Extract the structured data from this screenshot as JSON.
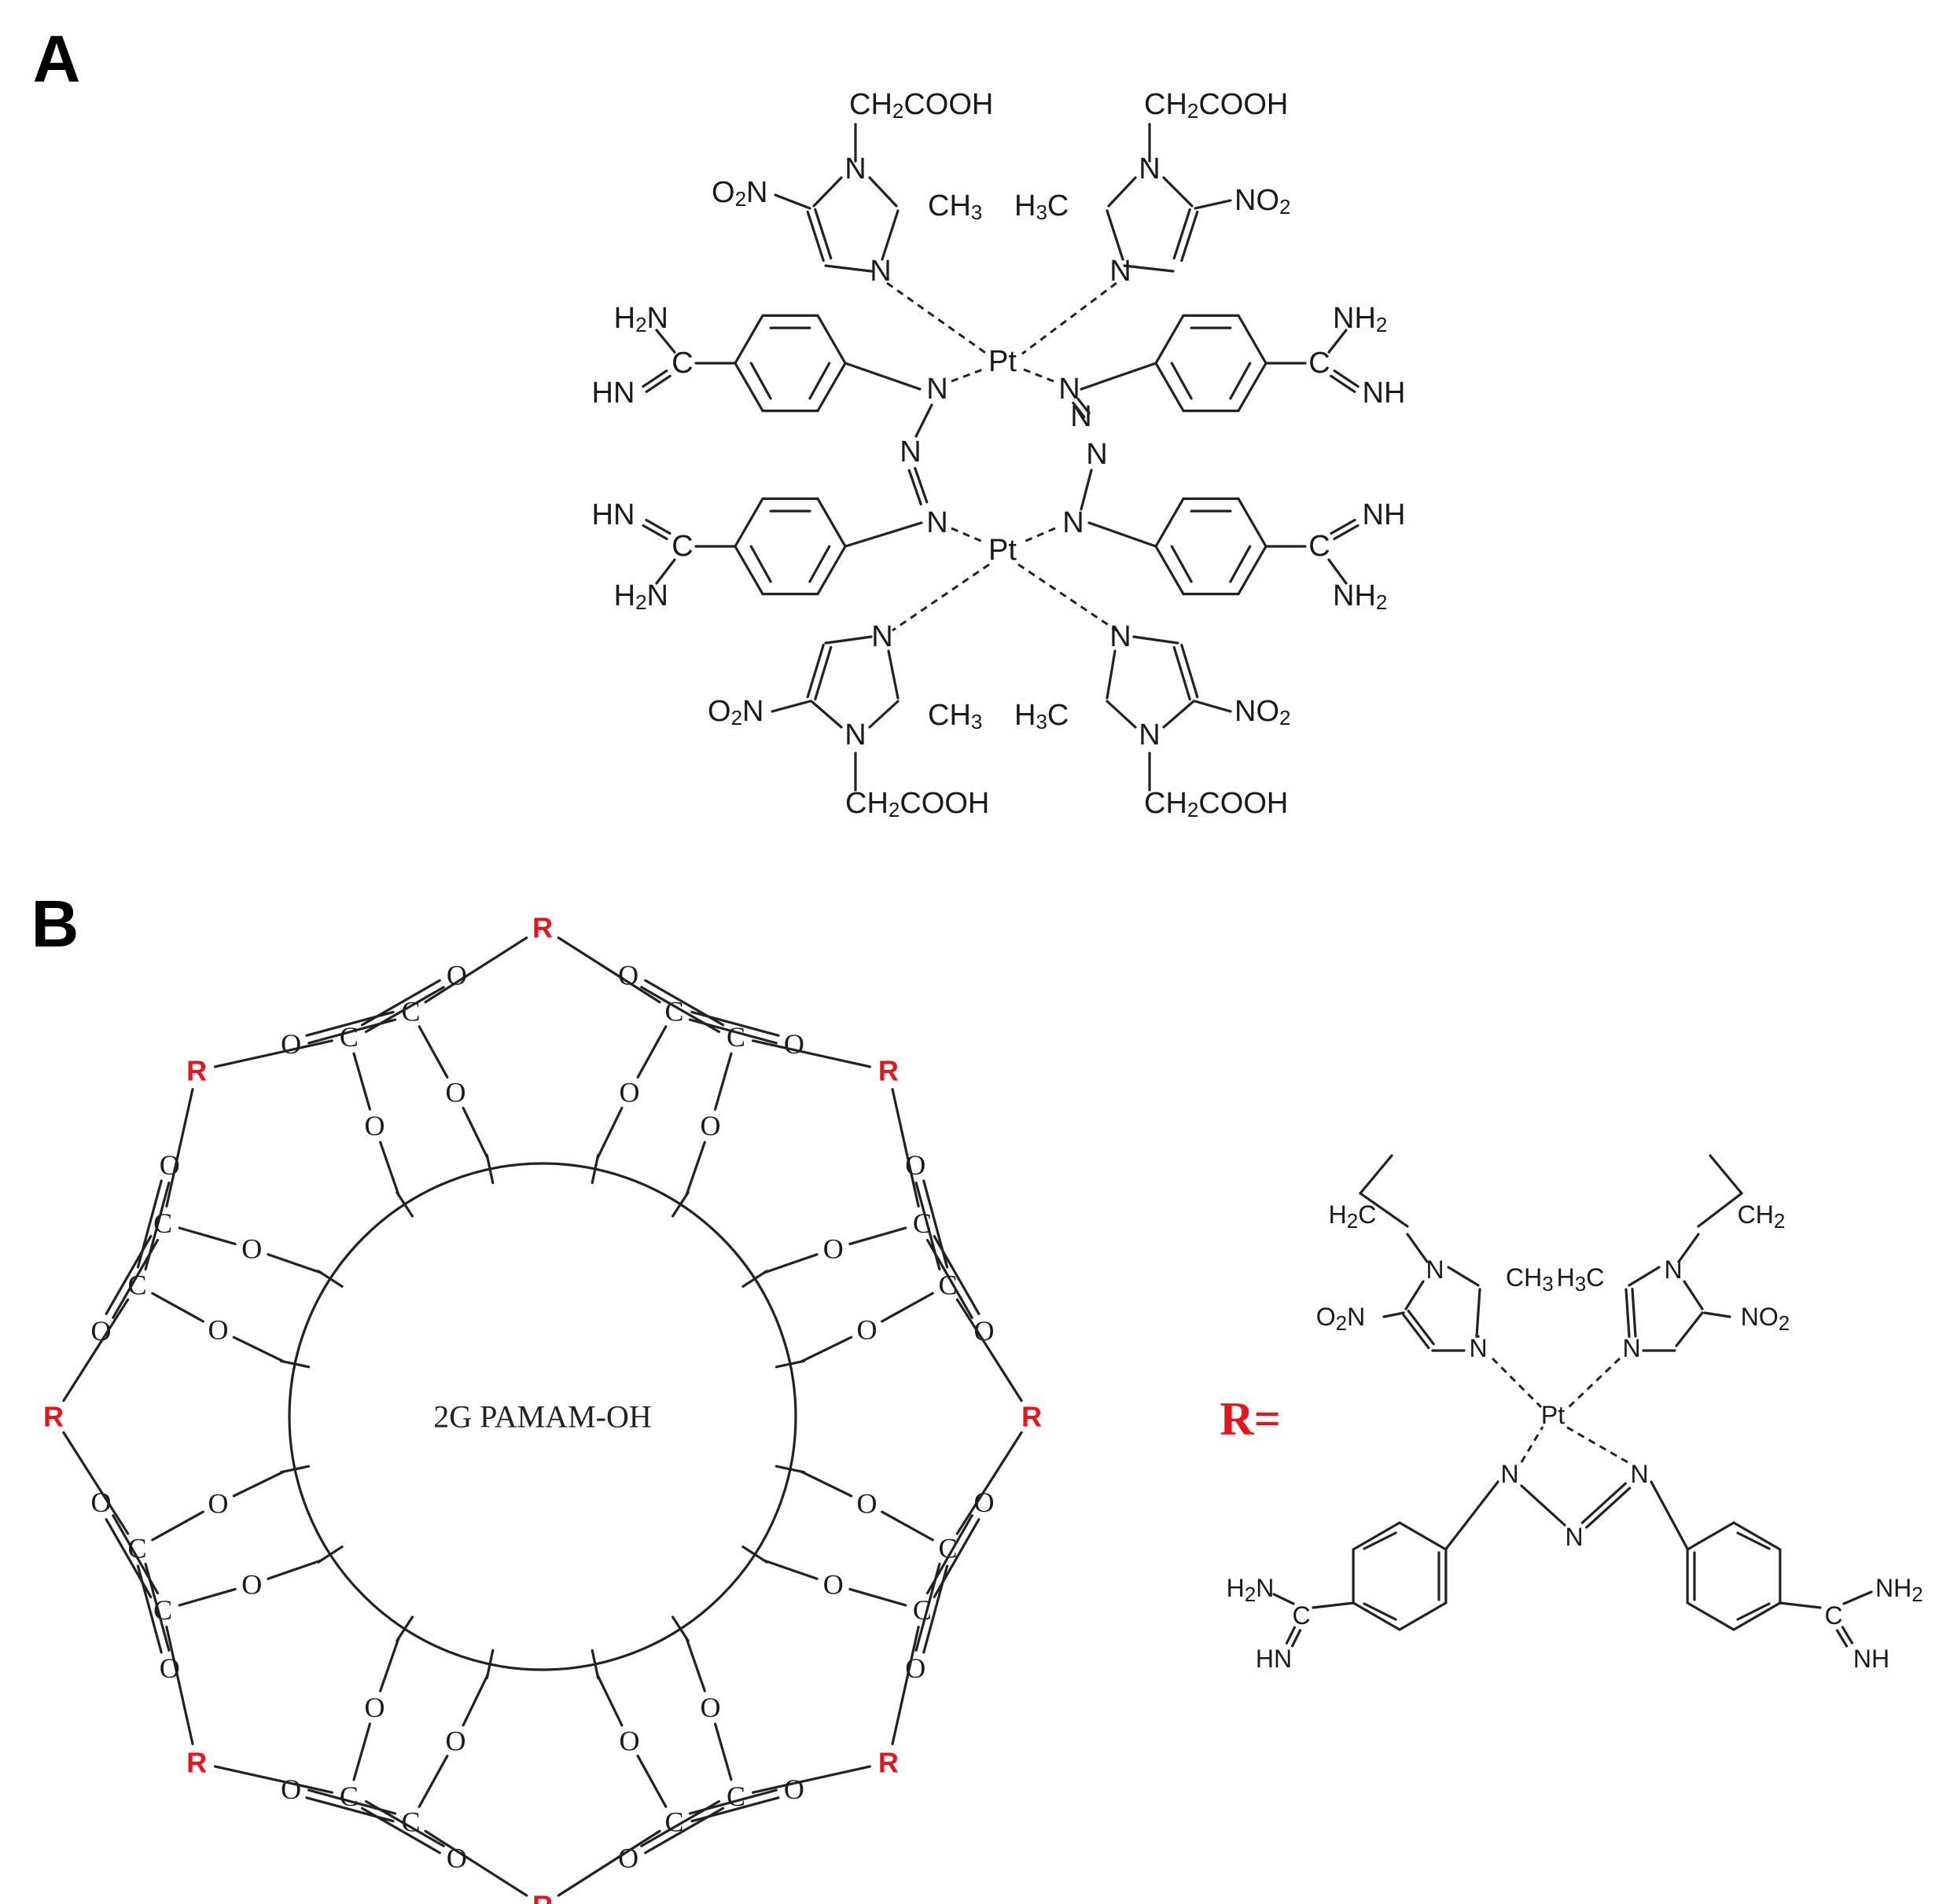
{
  "panels": {
    "a": {
      "label": "A"
    },
    "b": {
      "label": "B",
      "core_label": "2G PAMAM-OH",
      "r_definition": "R="
    }
  },
  "atoms": {
    "ch2": "CH",
    "cooh": "COOH",
    "o2n": "O",
    "no": "NO",
    "ch3": "CH",
    "h3c": "H",
    "c3": "C",
    "n": "N",
    "pt": "Pt",
    "h2n": "H",
    "nh2": "NH",
    "hn": "HN",
    "nh": "NH",
    "c": "C",
    "o": "O",
    "r": "R",
    "h2c": "H",
    "c2": "C",
    "two": "2",
    "three": "3"
  },
  "colors": {
    "text": "#1a1a1a",
    "bond": "#222222",
    "r_group": "#e8141c"
  }
}
